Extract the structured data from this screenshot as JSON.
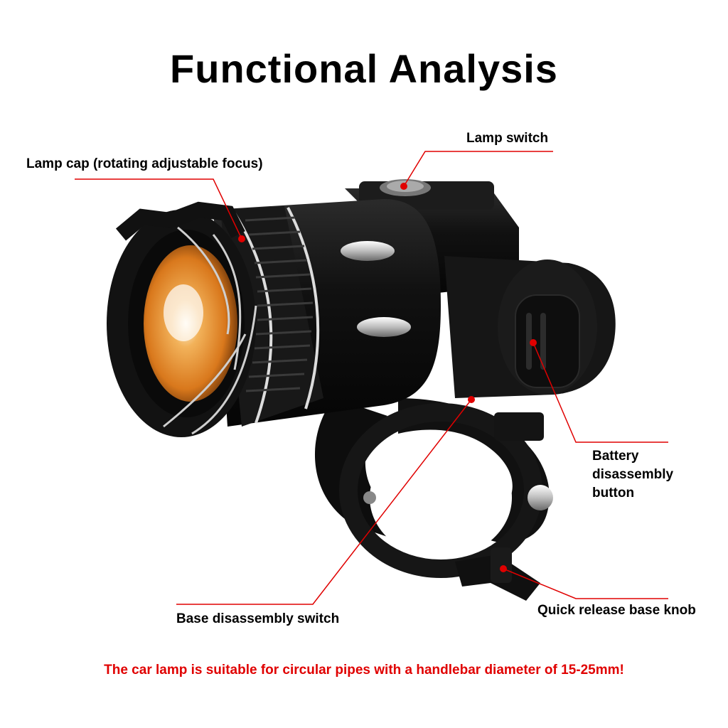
{
  "title": "Functional Analysis",
  "callouts": {
    "lamp_switch": "Lamp switch",
    "lamp_cap": "Lamp cap (rotating adjustable focus)",
    "battery_button": [
      "Battery",
      "disassembly",
      "button"
    ],
    "base_switch": "Base disassembly switch",
    "quick_release": "Quick release base knob"
  },
  "footer_note": "The car lamp is suitable for circular pipes with a handlebar diameter of 15-25mm!",
  "colors": {
    "accent": "#e00000",
    "lamp_body": "#151515",
    "lens_orange": "#d9781c"
  }
}
